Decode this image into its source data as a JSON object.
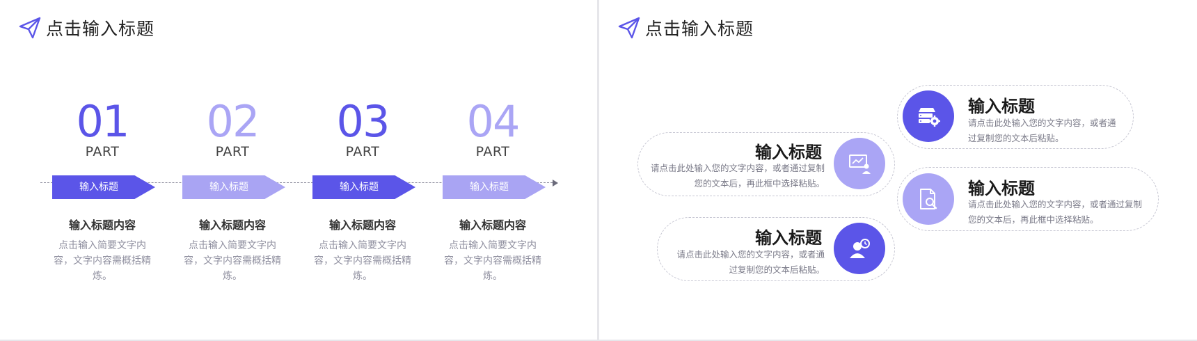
{
  "left_slide": {
    "title": "点击输入标题",
    "parts": [
      {
        "number": "01",
        "sub": "PART",
        "tag": "输入标题",
        "heading": "输入标题内容",
        "desc": "点击输入简要文字内容，文字内容需概括精炼。",
        "color": "#5b55e8",
        "tag_color": "#5b55e8"
      },
      {
        "number": "02",
        "sub": "PART",
        "tag": "输入标题",
        "heading": "输入标题内容",
        "desc": "点击输入简要文字内容，文字内容需概括精炼。",
        "color": "#aaa5f5",
        "tag_color": "#a9a4f3"
      },
      {
        "number": "03",
        "sub": "PART",
        "tag": "输入标题",
        "heading": "输入标题内容",
        "desc": "点击输入简要文字内容，文字内容需概括精炼。",
        "color": "#5b55e8",
        "tag_color": "#5b55e8"
      },
      {
        "number": "04",
        "sub": "PART",
        "tag": "输入标题",
        "heading": "输入标题内容",
        "desc": "点击输入简要文字内容，文字内容需概括精炼。",
        "color": "#aaa5f5",
        "tag_color": "#a9a4f3"
      }
    ]
  },
  "right_slide": {
    "title": "点击输入标题",
    "items": [
      {
        "title": "输入标题",
        "desc": "请点击此处输入您的文字内容，或者通过复制您的文本后粘贴。",
        "icon": "server-gear-icon",
        "circle_color": "#5b55e8"
      },
      {
        "title": "输入标题",
        "desc": "请点击此处输入您的文字内容，或者通过复制您的文本后，再此框中选择粘贴。",
        "icon": "presentation-icon",
        "circle_color": "#aaa5f5"
      },
      {
        "title": "输入标题",
        "desc": "请点击此处输入您的文字内容，或者通过复制您的文本后，再此框中选择粘贴。",
        "icon": "document-search-icon",
        "circle_color": "#aaa5f5"
      },
      {
        "title": "输入标题",
        "desc": "请点击此处输入您的文字内容，或者通过复制您的文本后粘贴。",
        "icon": "user-clock-icon",
        "circle_color": "#5b55e8"
      }
    ]
  },
  "colors": {
    "accent": "#5b55e8",
    "accent_light": "#aaa5f5"
  }
}
